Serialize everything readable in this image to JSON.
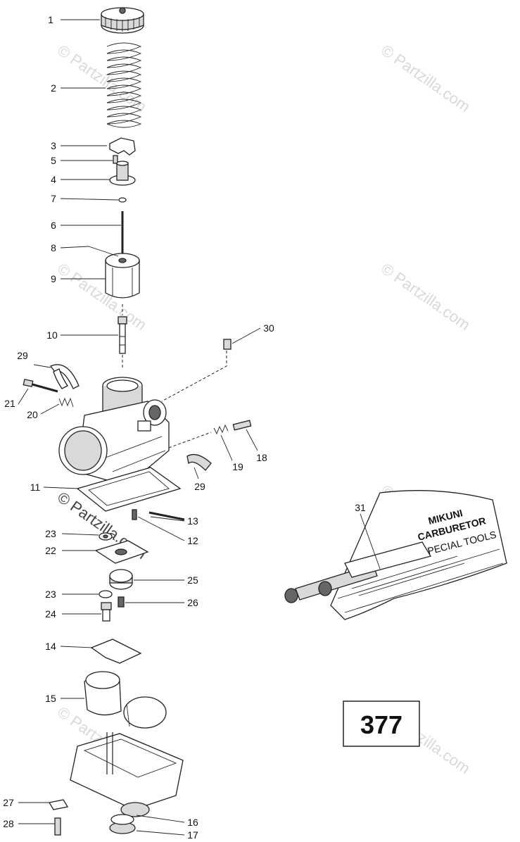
{
  "diagram_number": "377",
  "watermark_text": "© Partzilla.com",
  "callouts": [
    {
      "id": "c1",
      "text": "1"
    },
    {
      "id": "c2",
      "text": "2"
    },
    {
      "id": "c3",
      "text": "3"
    },
    {
      "id": "c5",
      "text": "5"
    },
    {
      "id": "c4",
      "text": "4"
    },
    {
      "id": "c7",
      "text": "7"
    },
    {
      "id": "c6",
      "text": "6"
    },
    {
      "id": "c8",
      "text": "8"
    },
    {
      "id": "c9",
      "text": "9"
    },
    {
      "id": "c10",
      "text": "10"
    },
    {
      "id": "c30",
      "text": "30"
    },
    {
      "id": "c29a",
      "text": "29"
    },
    {
      "id": "c21",
      "text": "21"
    },
    {
      "id": "c20",
      "text": "20"
    },
    {
      "id": "c18",
      "text": "18"
    },
    {
      "id": "c19",
      "text": "19"
    },
    {
      "id": "c29b",
      "text": "29"
    },
    {
      "id": "c11",
      "text": "11"
    },
    {
      "id": "c13",
      "text": "13"
    },
    {
      "id": "c23a",
      "text": "23"
    },
    {
      "id": "c12",
      "text": "12"
    },
    {
      "id": "c22",
      "text": "22"
    },
    {
      "id": "c25",
      "text": "25"
    },
    {
      "id": "c23b",
      "text": "23"
    },
    {
      "id": "c26",
      "text": "26"
    },
    {
      "id": "c24",
      "text": "24"
    },
    {
      "id": "c14",
      "text": "14"
    },
    {
      "id": "c15",
      "text": "15"
    },
    {
      "id": "c27",
      "text": "27"
    },
    {
      "id": "c16",
      "text": "16"
    },
    {
      "id": "c28",
      "text": "28"
    },
    {
      "id": "c17",
      "text": "17"
    },
    {
      "id": "c31",
      "text": "31"
    }
  ],
  "tool_kit_label": {
    "brand": "MIKUNI",
    "line2": "CARBURETOR",
    "line3": "SPECIAL TOOLS"
  }
}
